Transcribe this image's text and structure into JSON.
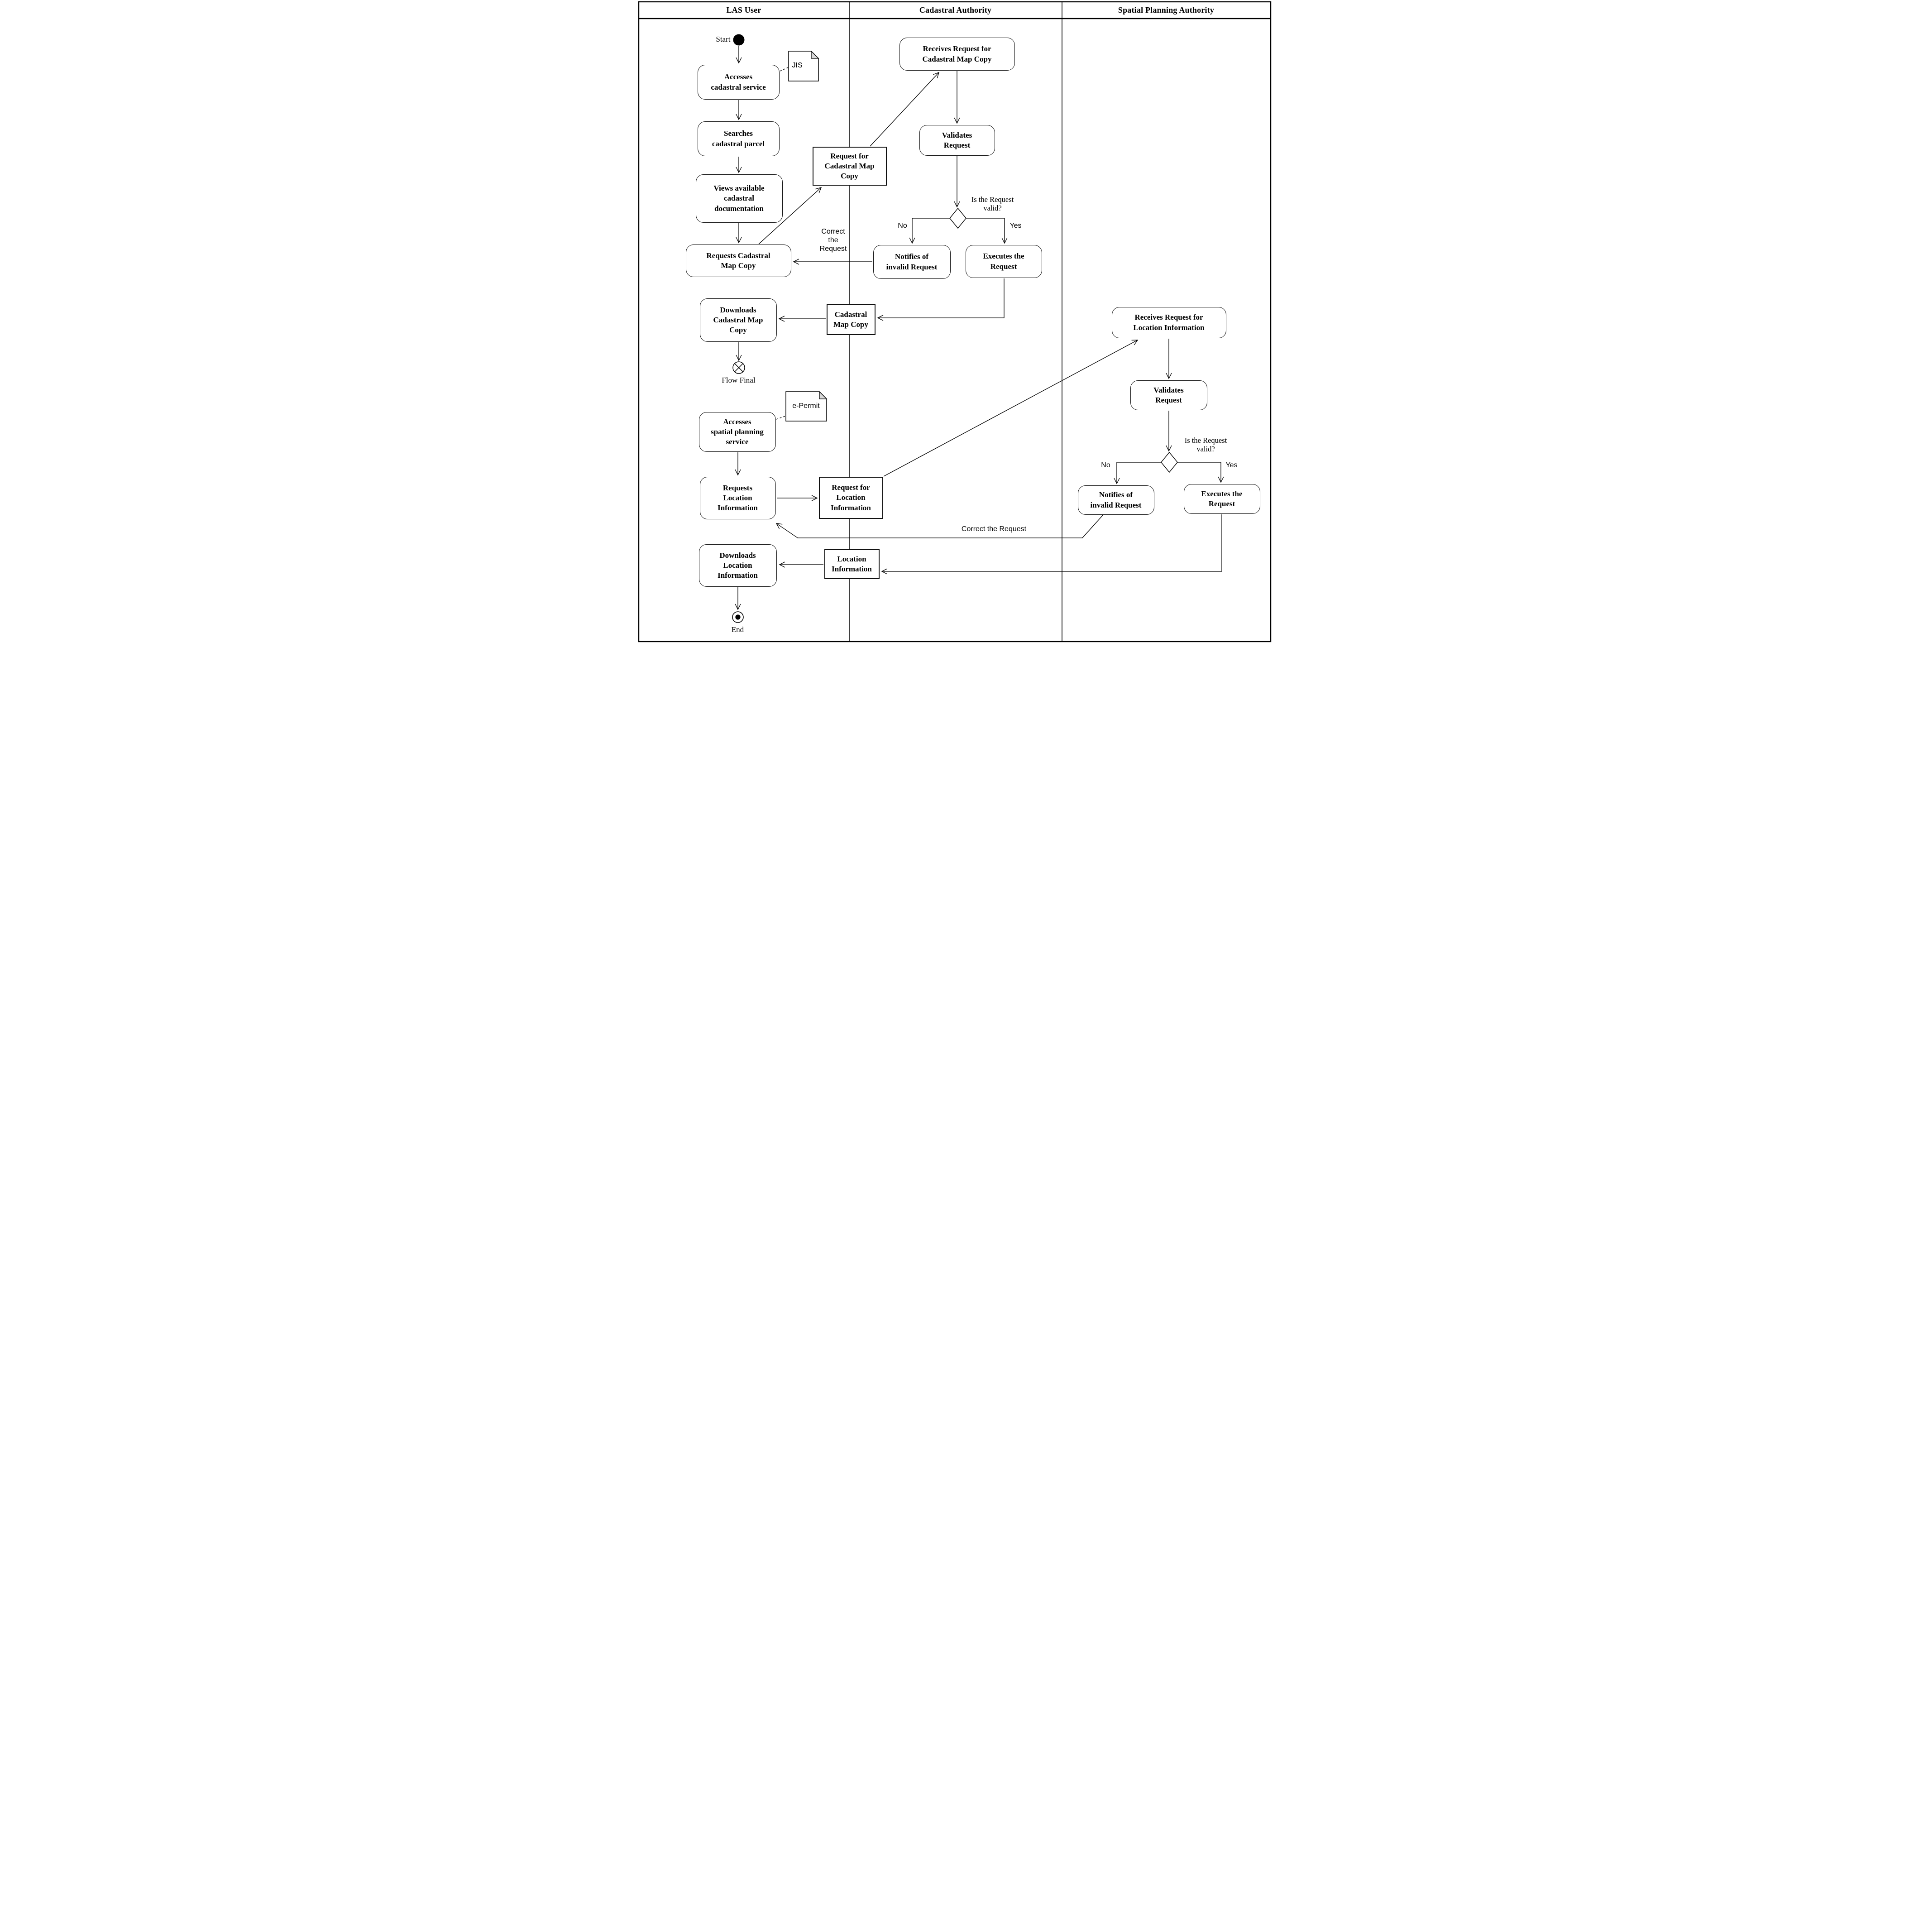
{
  "diagram_type": "UML activity diagram with swimlanes",
  "lanes": [
    {
      "label": "LAS User"
    },
    {
      "label": "Cadastral Authority"
    },
    {
      "label": "Spatial Planning Authority"
    }
  ],
  "terminals": {
    "start": {
      "label": "Start"
    },
    "flow_final": {
      "label": "Flow Final"
    },
    "end": {
      "label": "End"
    }
  },
  "notes": {
    "jis": {
      "label": "JIS"
    },
    "e_permit": {
      "label": "e-Permit"
    }
  },
  "activities": {
    "accesses_cadastral_service": {
      "label": "Accesses\ncadastral service"
    },
    "searches_cadastral_parcel": {
      "label": "Searches\ncadastral parcel"
    },
    "views_available_cadastral_documentation": {
      "label": "Views available\ncadastral\ndocumentation"
    },
    "requests_cadastral_map_copy": {
      "label": "Requests Cadastral\nMap Copy"
    },
    "receives_request_for_cadastral_map_copy": {
      "label": "Receives Request for\nCadastral Map Copy"
    },
    "validates_request_cadastral": {
      "label": "Validates\nRequest"
    },
    "notifies_of_invalid_request_cadastral": {
      "label": "Notifies of\ninvalid Request"
    },
    "executes_the_request_cadastral": {
      "label": "Executes the\nRequest"
    },
    "downloads_cadastral_map_copy": {
      "label": "Downloads\nCadastral Map\nCopy"
    },
    "accesses_spatial_planning_service": {
      "label": "Accesses\nspatial planning\nservice"
    },
    "requests_location_information": {
      "label": "Requests\nLocation\nInformation"
    },
    "receives_request_for_location_information": {
      "label": "Receives Request for\nLocation Information"
    },
    "validates_request_spatial": {
      "label": "Validates\nRequest"
    },
    "notifies_of_invalid_request_spatial": {
      "label": "Notifies of\ninvalid Request"
    },
    "executes_the_request_spatial": {
      "label": "Executes the\nRequest"
    },
    "downloads_location_information": {
      "label": "Downloads\nLocation\nInformation"
    }
  },
  "objects": {
    "request_for_cadastral_map_copy": {
      "label": "Request for\nCadastral Map\nCopy"
    },
    "cadastral_map_copy": {
      "label": "Cadastral\nMap Copy"
    },
    "request_for_location_information": {
      "label": "Request for\nLocation\nInformation"
    },
    "location_information": {
      "label": "Location\nInformation"
    }
  },
  "decisions": {
    "cadastral": {
      "question": "Is the Request\nvalid?",
      "yes": "Yes",
      "no": "No"
    },
    "spatial": {
      "question": "Is the Request\nvalid?",
      "yes": "Yes",
      "no": "No"
    }
  },
  "edge_labels": {
    "correct_the_request_multiline": "Correct\nthe\nRequest",
    "correct_the_request": "Correct the Request"
  }
}
